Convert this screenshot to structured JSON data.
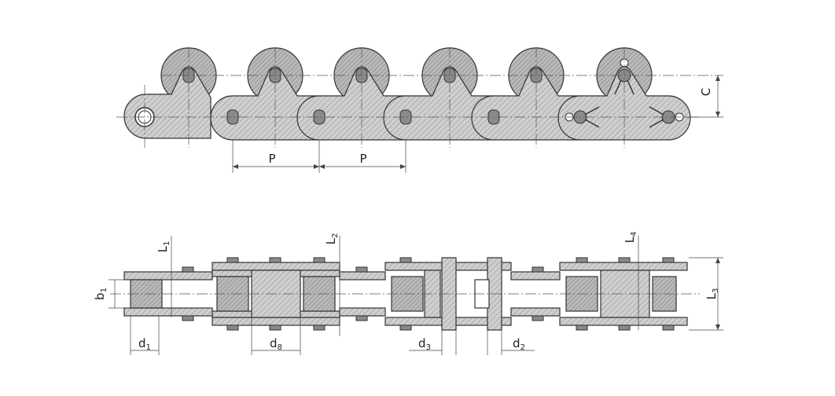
{
  "top_view": {
    "pitch_label_1": "P",
    "pitch_label_2": "P",
    "height_label": "C"
  },
  "side_view": {
    "b1": {
      "main": "b",
      "sub": "1"
    },
    "d1": {
      "main": "d",
      "sub": "1"
    },
    "d8": {
      "main": "d",
      "sub": "8"
    },
    "d3": {
      "main": "d",
      "sub": "3"
    },
    "d2": {
      "main": "d",
      "sub": "2"
    },
    "l1": {
      "main": "L",
      "sub": "1"
    },
    "l2": {
      "main": "L",
      "sub": "2"
    },
    "l3": {
      "main": "L",
      "sub": "3"
    },
    "l4": {
      "main": "L",
      "sub": "4"
    }
  },
  "colors": {
    "hatch_fill": "#c9c9c9",
    "line": "#333333",
    "background": "#ffffff"
  }
}
